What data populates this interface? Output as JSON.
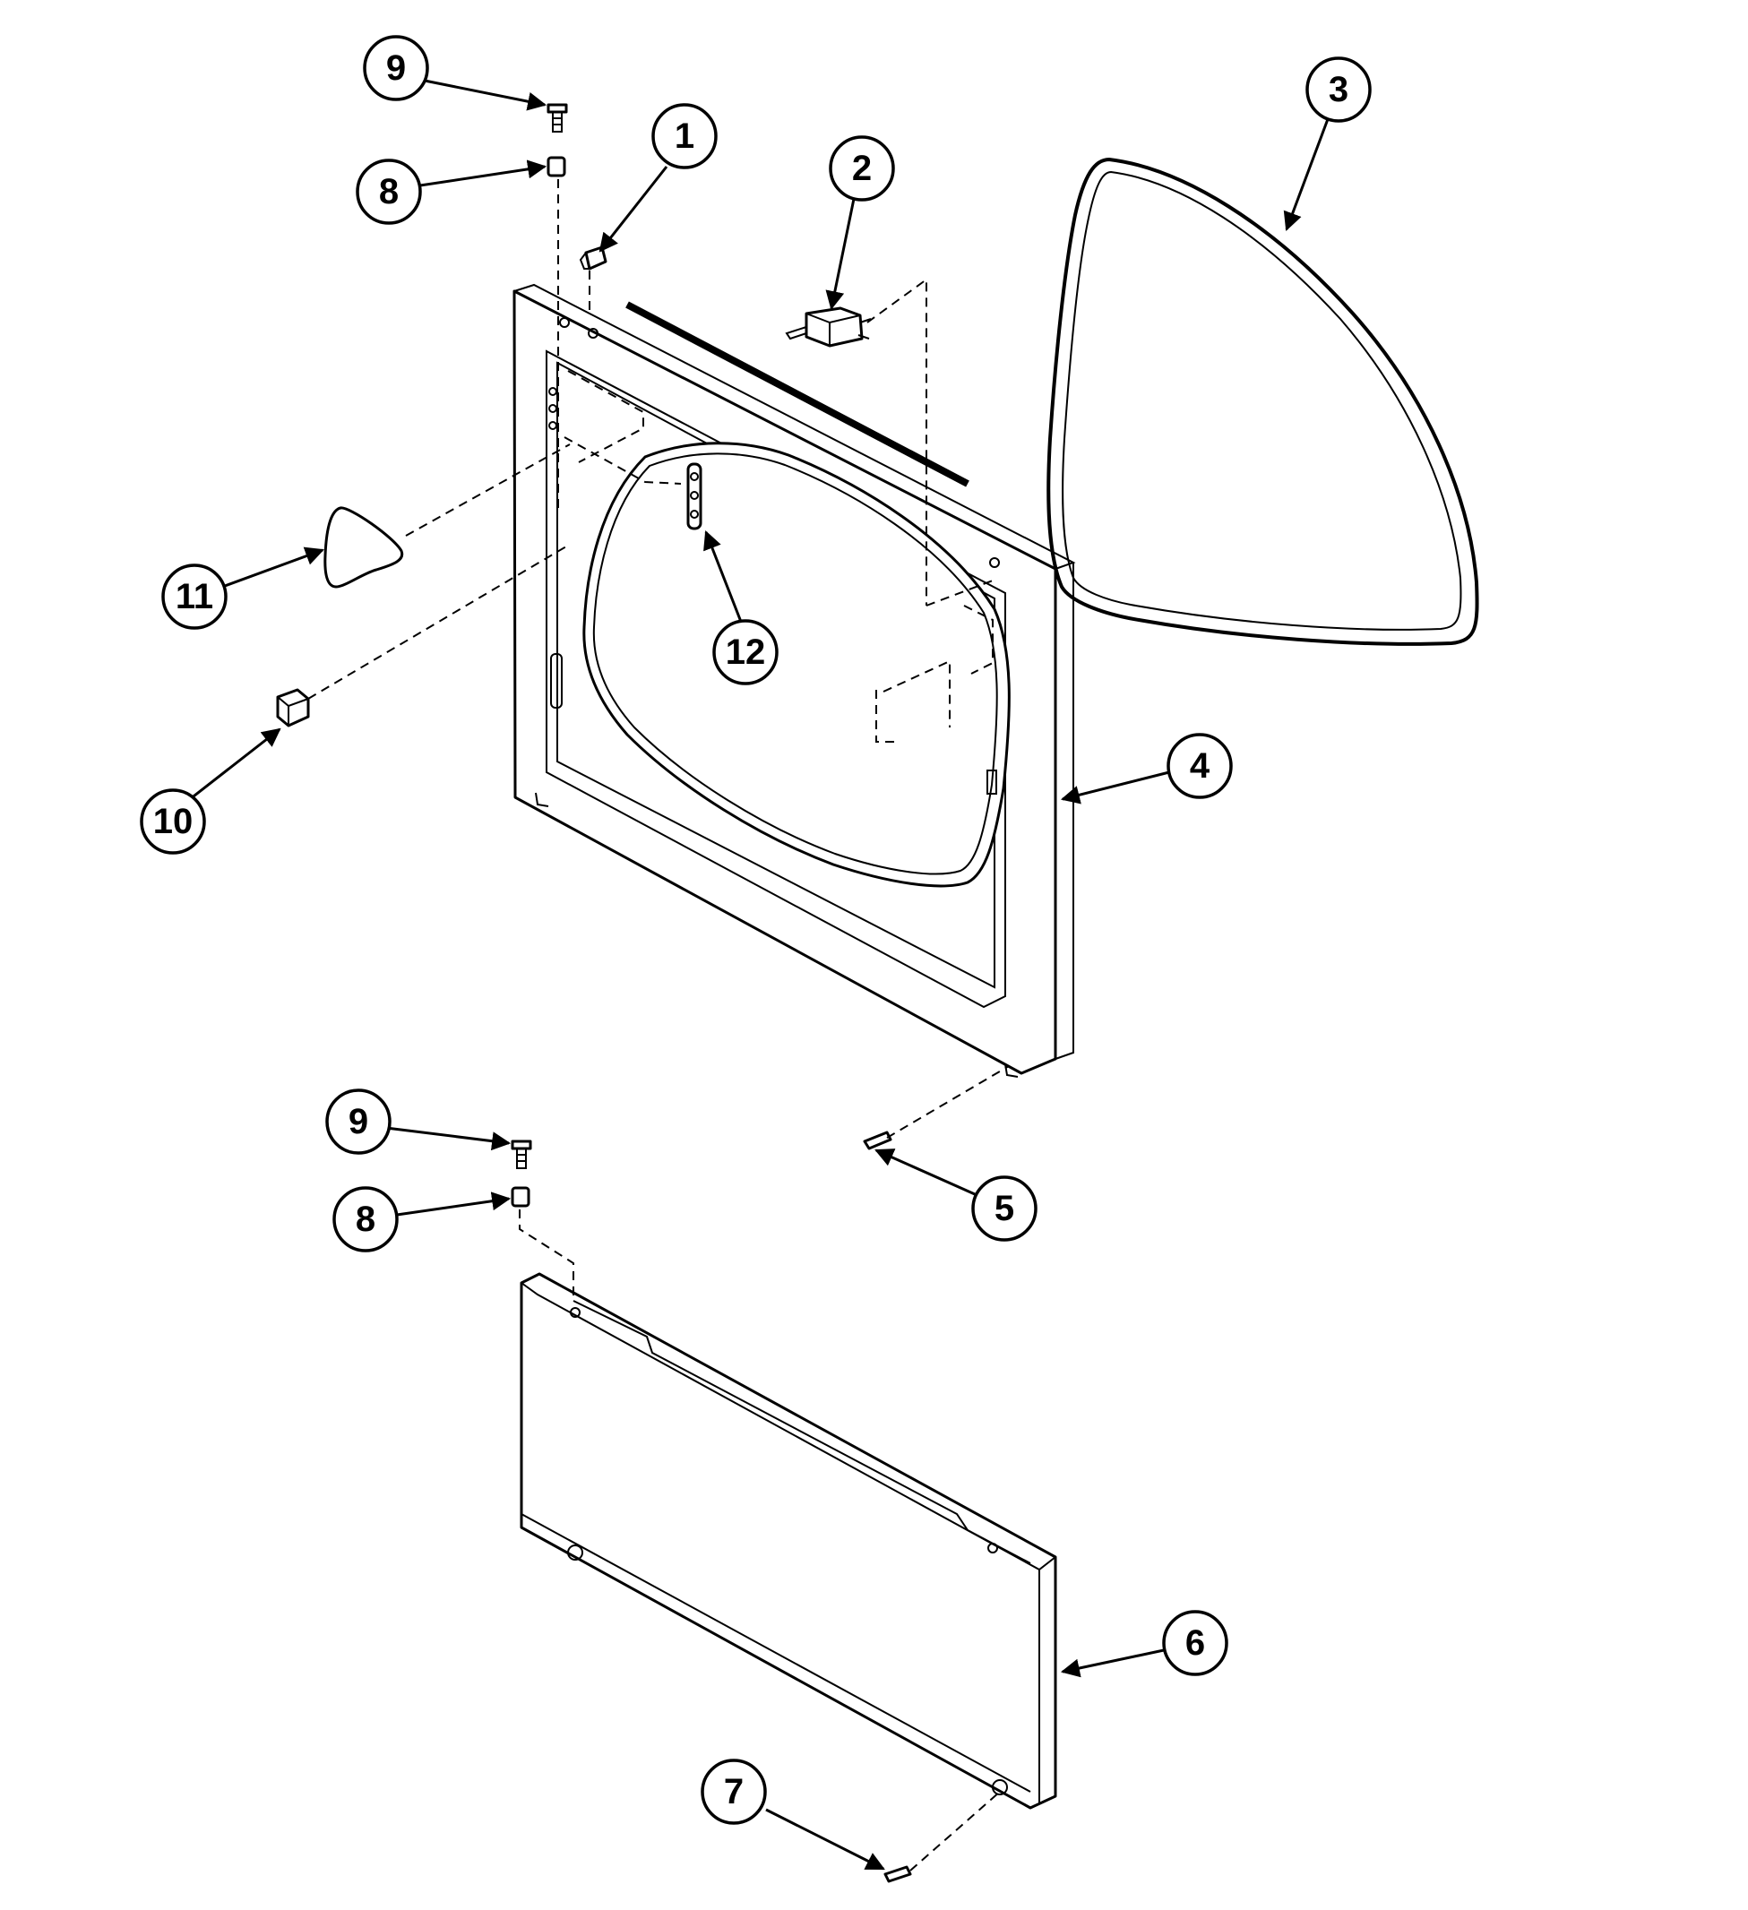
{
  "callouts": {
    "c1": "1",
    "c2": "2",
    "c3": "3",
    "c4": "4",
    "c5": "5",
    "c6": "6",
    "c7": "7",
    "c8_top": "8",
    "c8_bottom": "8",
    "c9_top": "9",
    "c9_bottom": "9",
    "c10": "10",
    "c11": "11",
    "c12": "12"
  }
}
